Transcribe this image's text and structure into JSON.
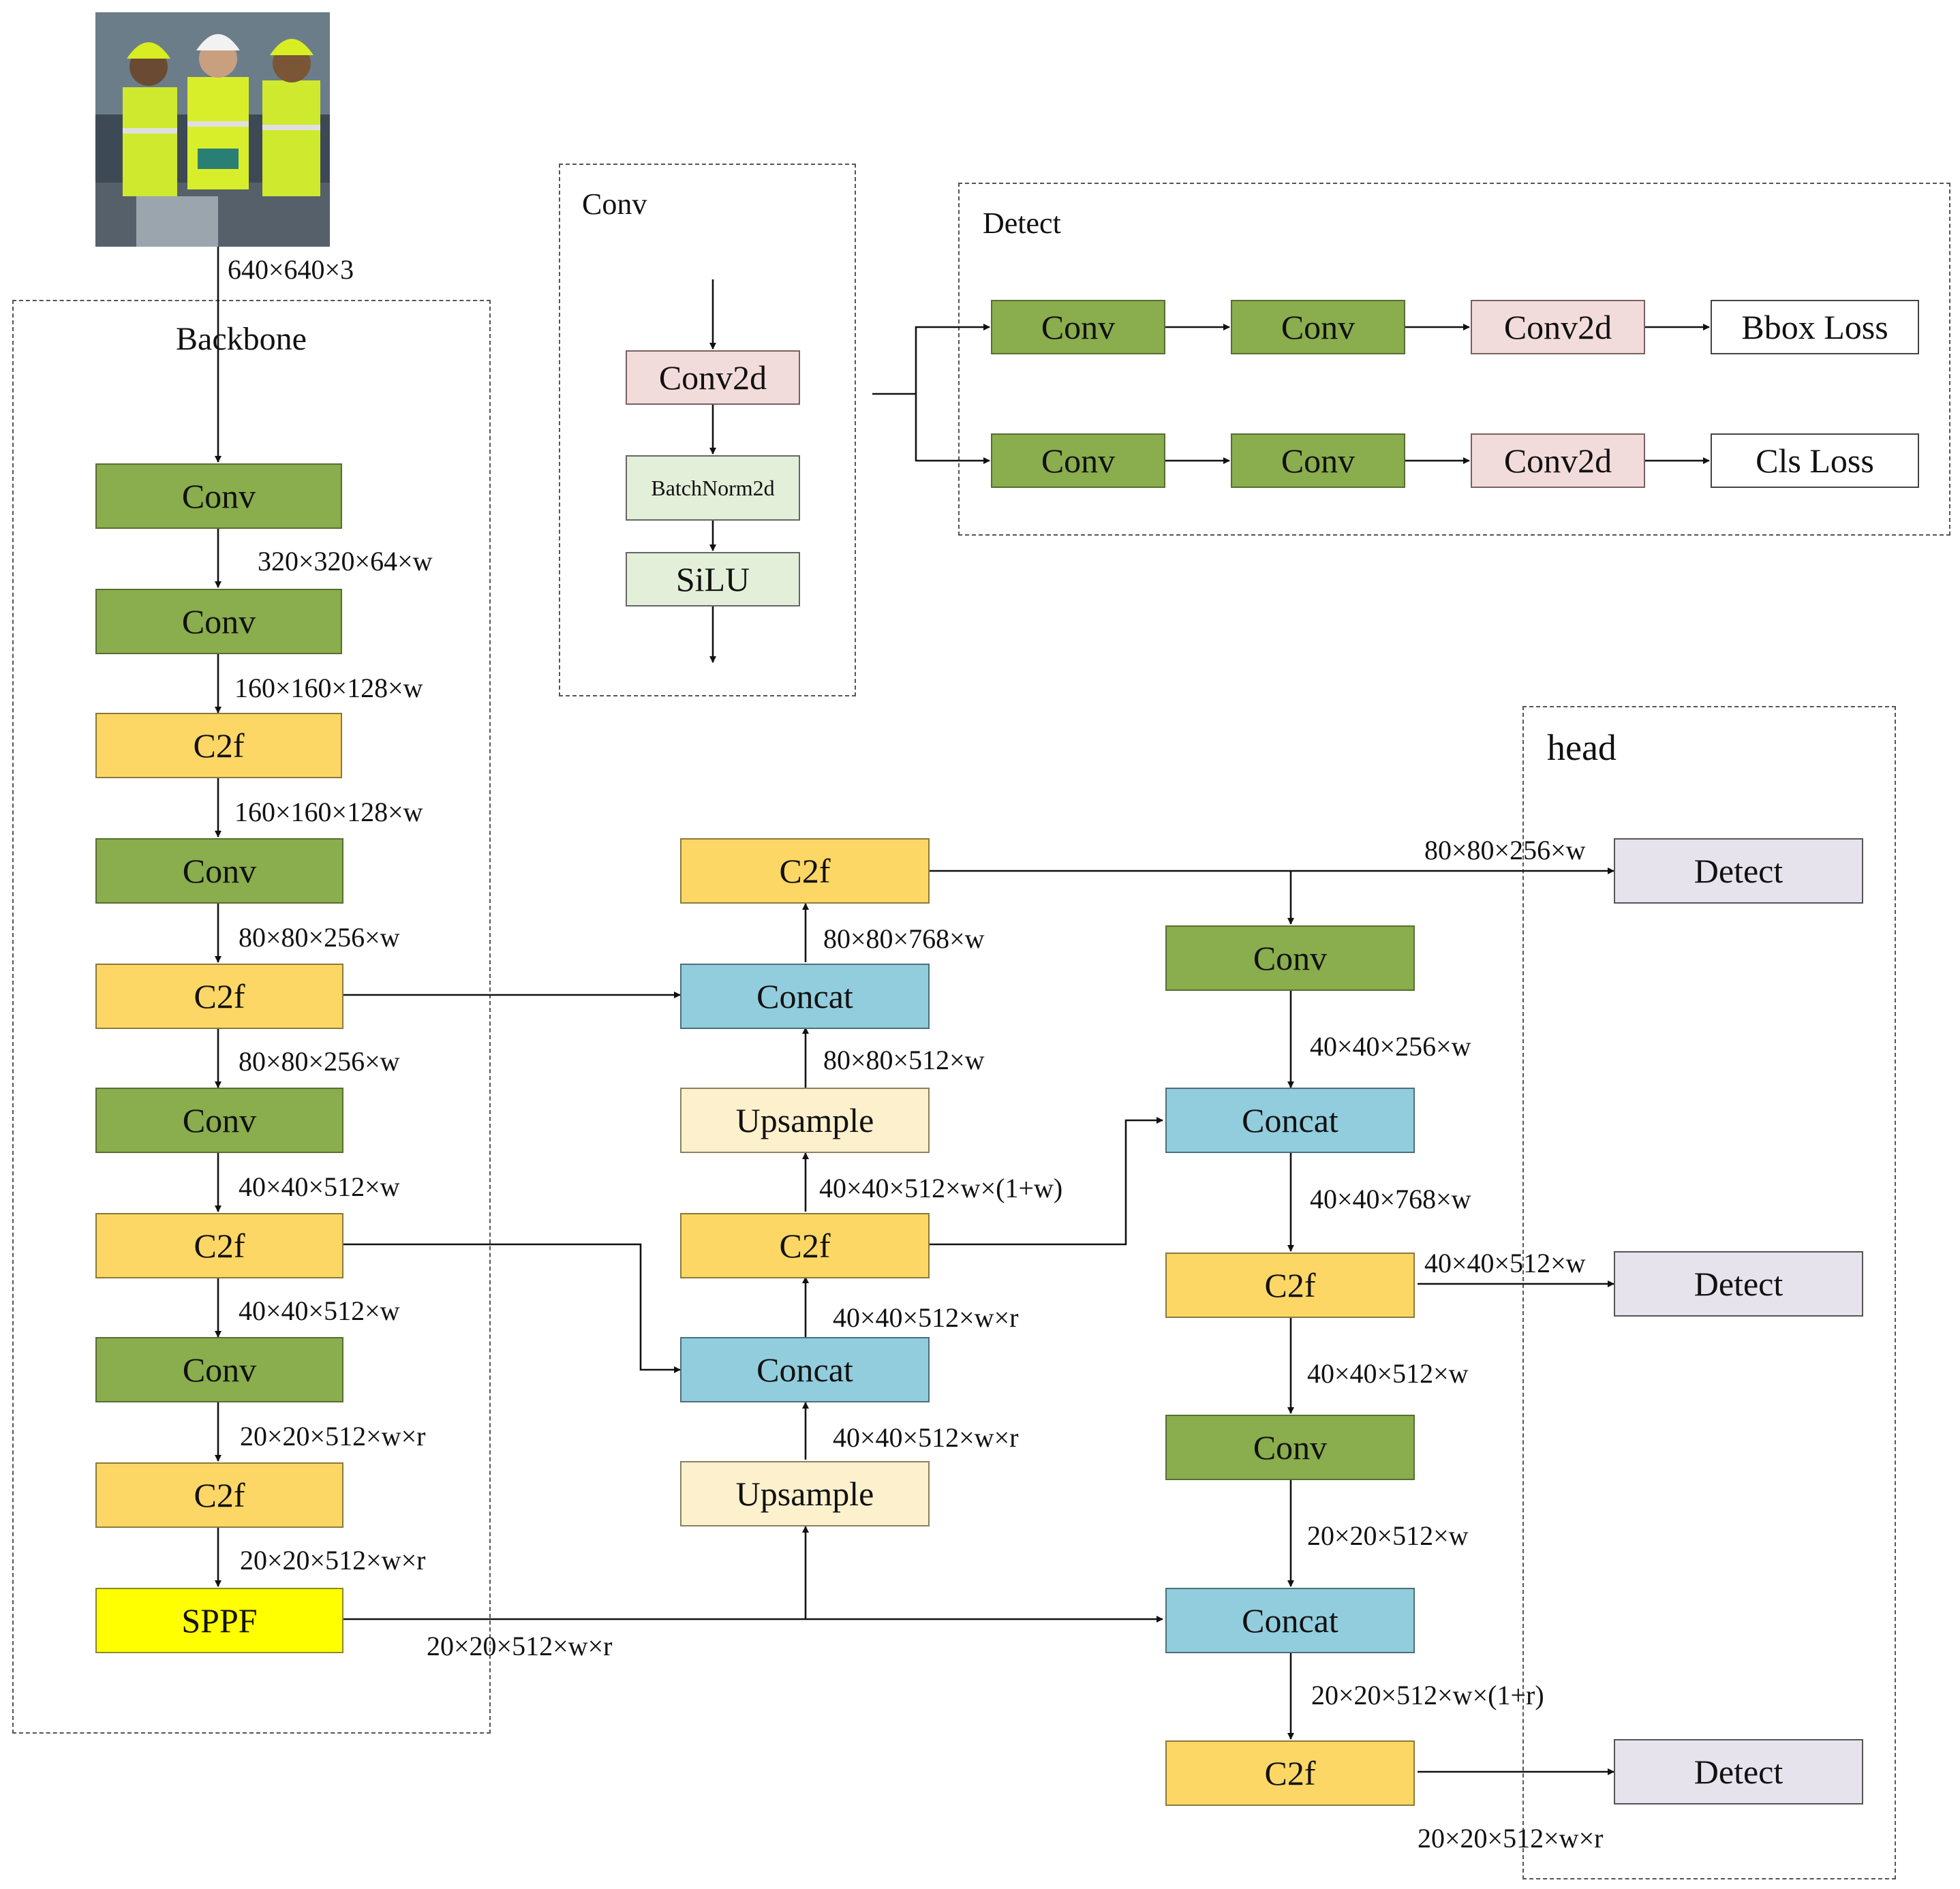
{
  "input": {
    "size": "640×640×3"
  },
  "backbone": {
    "title": "Backbone",
    "blocks": [
      "Conv",
      "Conv",
      "C2f",
      "Conv",
      "C2f",
      "Conv",
      "C2f",
      "Conv",
      "C2f",
      "SPPF"
    ],
    "shapes": [
      "320×320×64×w",
      "160×160×128×w",
      "160×160×128×w",
      "80×80×256×w",
      "80×80×256×w",
      "40×40×512×w",
      "40×40×512×w",
      "20×20×512×w×r",
      "20×20×512×w×r"
    ],
    "sppf_out": "20×20×512×w×r"
  },
  "conv_module": {
    "title": "Conv",
    "layers": [
      "Conv2d",
      "BatchNorm2d",
      "SiLU"
    ]
  },
  "detect_module": {
    "title": "Detect",
    "row1": [
      "Conv",
      "Conv",
      "Conv2d",
      "Bbox Loss"
    ],
    "row2": [
      "Conv",
      "Conv",
      "Conv2d",
      "Cls Loss"
    ]
  },
  "neck": {
    "col1": {
      "c2f_top": "C2f",
      "concat_top": "Concat",
      "upsample_top": "Upsample",
      "c2f_mid": "C2f",
      "concat_bot": "Concat",
      "upsample_bot": "Upsample",
      "shapes": [
        "80×80×768×w",
        "80×80×512×w",
        "40×40×512×w×(1+w)",
        "40×40×512×w×r",
        "40×40×512×w×r"
      ]
    },
    "col2": {
      "conv_top": "Conv",
      "concat_top": "Concat",
      "c2f_mid": "C2f",
      "conv_mid": "Conv",
      "concat_bot": "Concat",
      "c2f_bot": "C2f",
      "shapes": [
        "40×40×256×w",
        "40×40×768×w",
        "40×40×512×w",
        "20×20×512×w",
        "20×20×512×w×(1+r)"
      ]
    }
  },
  "head": {
    "title": "head",
    "detect_labels": [
      "Detect",
      "Detect",
      "Detect"
    ],
    "shapes": [
      "80×80×256×w",
      "40×40×512×w",
      "20×20×512×w×r"
    ]
  }
}
